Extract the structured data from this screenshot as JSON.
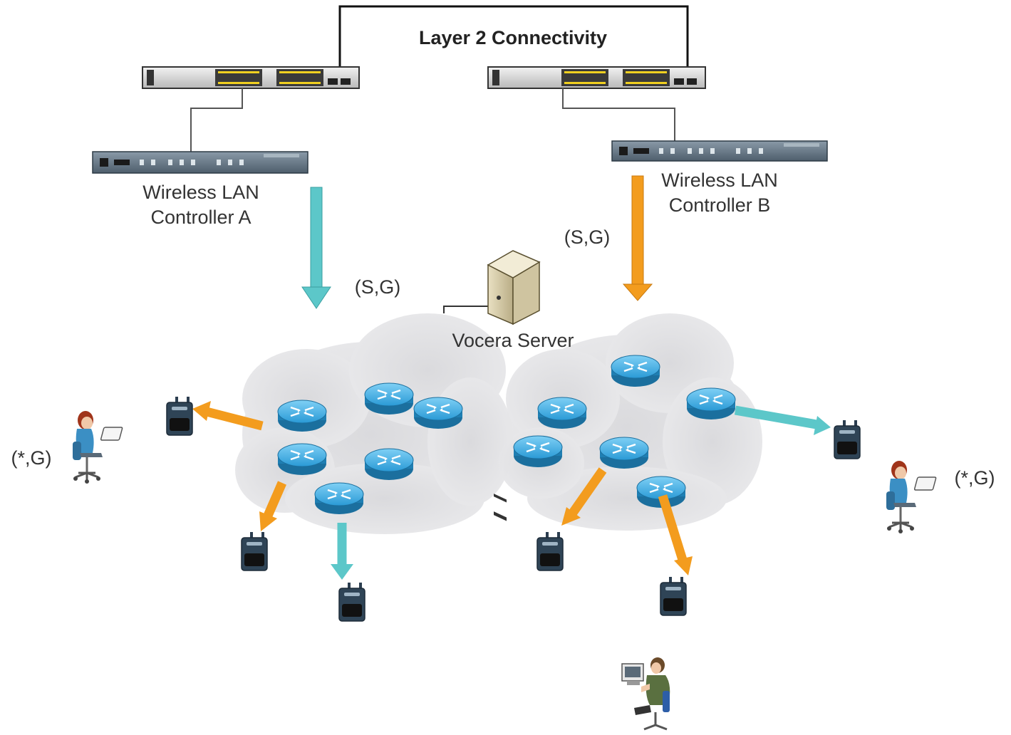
{
  "diagram": {
    "title": "Layer 2 Connectivity",
    "controller_a": {
      "line1": "Wireless LAN",
      "line2": "Controller A"
    },
    "controller_b": {
      "line1": "Wireless LAN",
      "line2": "Controller B"
    },
    "server_label": "Vocera Server",
    "flow_label_a": "(S,G)",
    "flow_label_b": "(S,G)",
    "client_label_left": "(*,G)",
    "client_label_right": "(*,G)",
    "colors": {
      "orange_arrow": "#f39c1e",
      "teal_arrow": "#5cc7c9",
      "router_blue": "#2a9ad6",
      "cloud_gray": "#d9d9dc",
      "ap_body": "#2c3e50"
    }
  }
}
